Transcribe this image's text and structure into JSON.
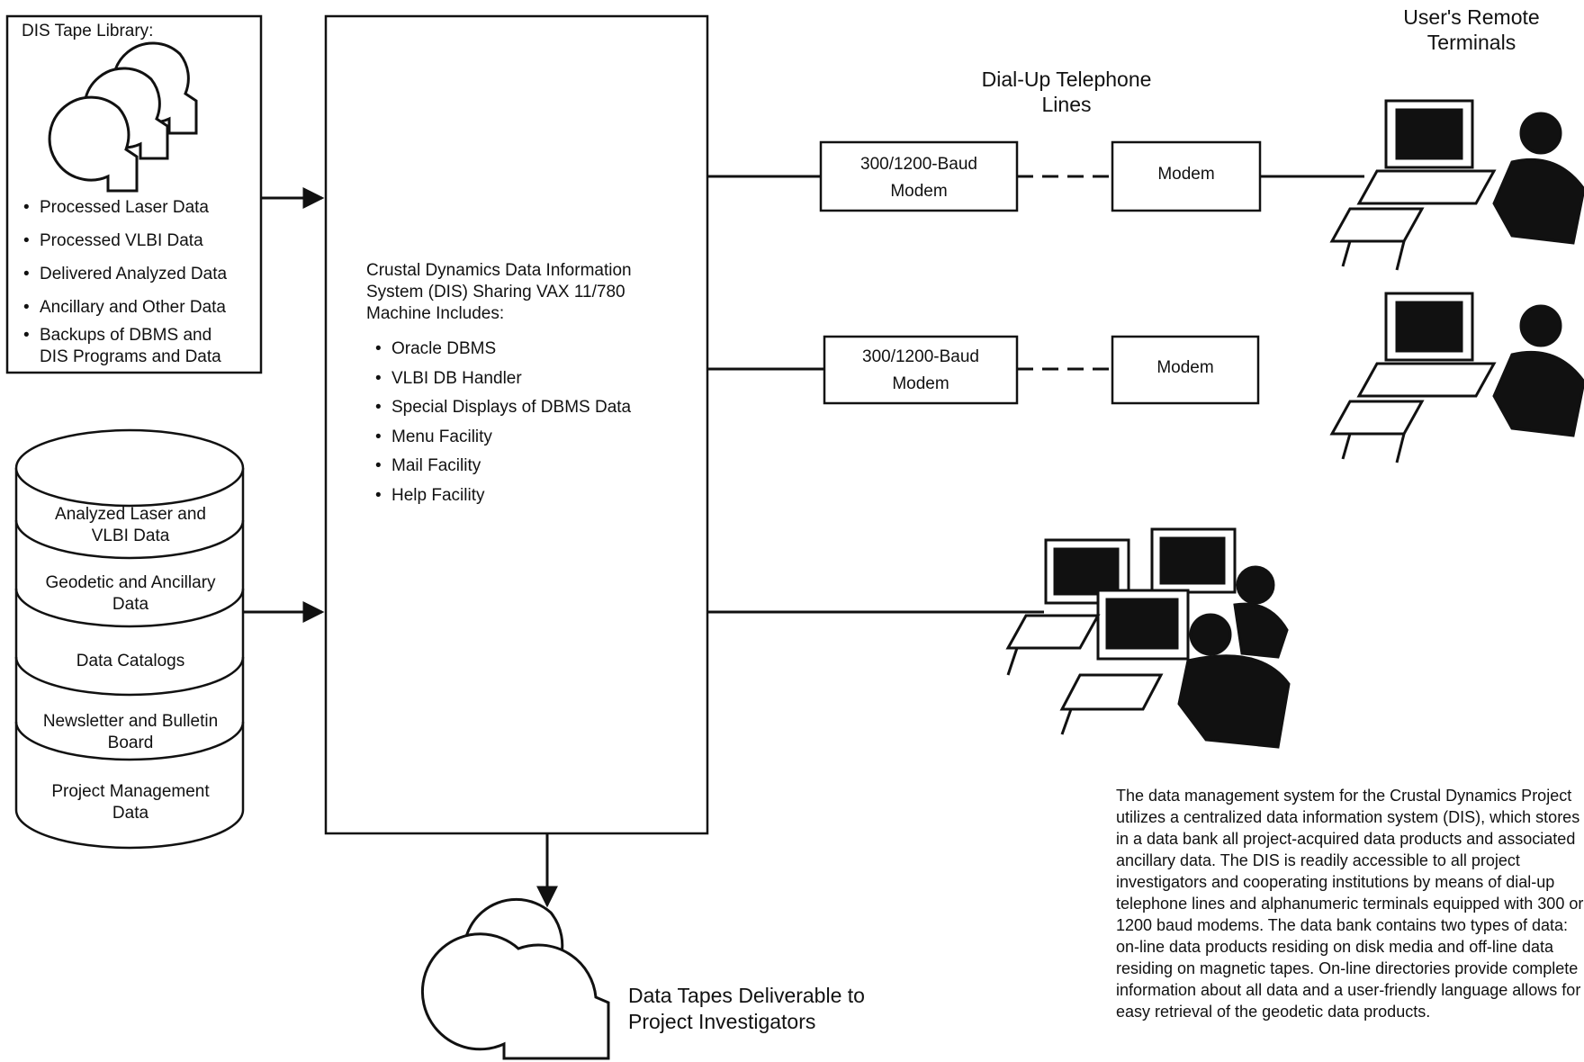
{
  "tape_library": {
    "title": "DIS Tape Library:",
    "items": [
      "Processed Laser Data",
      "Processed VLBI Data",
      "Delivered Analyzed Data",
      "Ancillary and Other Data",
      "Backups of DBMS and DIS Programs and Data"
    ]
  },
  "disk_stack": {
    "sections": [
      "Analyzed Laser and VLBI Data",
      "Geodetic and Ancillary Data",
      "Data Catalogs",
      "Newsletter and Bulletin Board",
      "Project Management Data"
    ]
  },
  "central_system": {
    "heading": "Crustal Dynamics Data Information System (DIS) Sharing VAX 11/780 Machine Includes:",
    "items": [
      "Oracle DBMS",
      "VLBI DB Handler",
      "Special Displays of DBMS Data",
      "Menu Facility",
      "Mail Facility",
      "Help Facility"
    ]
  },
  "network": {
    "dialup_label": "Dial-Up Telephone Lines",
    "remote_label": "User's Remote Terminals",
    "baud_modem_label_1": "300/1200-Baud",
    "baud_modem_label_2": "Modem",
    "modem_label": "Modem"
  },
  "output": {
    "label": "Data Tapes Deliverable to Project Investigators"
  },
  "caption": "The data management system for the Crustal Dynamics Project utilizes a centralized data information system (DIS), which stores in a data bank all project-acquired data products and associated ancillary data. The DIS is readily accessible to all project investigators and cooperating institutions by means of dial-up telephone lines and alphanumeric terminals equipped with 300 or 1200 baud modems. The data bank contains two types of data: on-line data products residing on disk media and off-line data residing on magnetic tapes. On-line directories provide complete information about all data and a user-friendly language allows for easy retrieval of the geodetic data products."
}
